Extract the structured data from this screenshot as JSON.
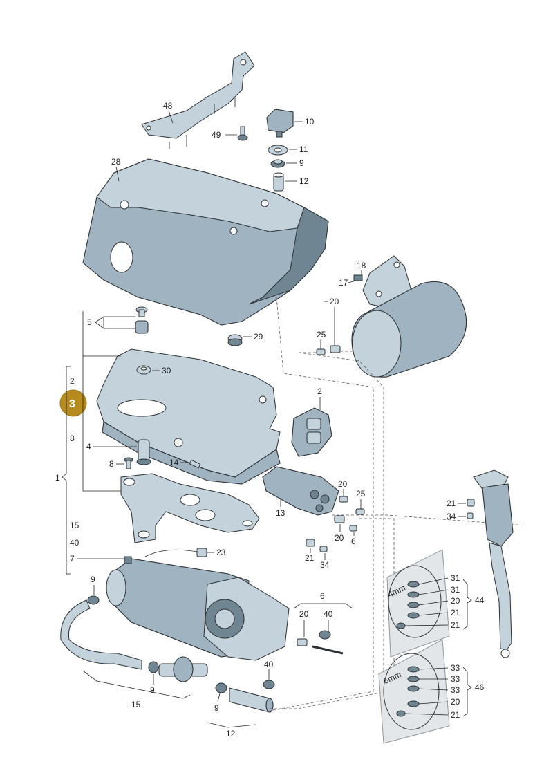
{
  "figure": {
    "badge": "3",
    "callouts": {
      "c1": "1",
      "c2a": "2",
      "c2b": "2",
      "c3": "3",
      "c4": "4",
      "c5": "5",
      "c6a": "6",
      "c6b": "6",
      "c7": "7",
      "c8a": "8",
      "c8b": "8",
      "c9a": "9",
      "c9b": "9",
      "c9c": "9",
      "c9d": "9",
      "c10": "10",
      "c11": "11",
      "c12a": "12",
      "c12b": "12",
      "c13": "13",
      "c14": "14",
      "c15a": "15",
      "c15b": "15",
      "c17": "17",
      "c18": "18",
      "c20a": "20",
      "c20b": "20",
      "c20c": "20",
      "c20d": "20",
      "c20e": "20",
      "c20f": "20",
      "c21a": "21",
      "c21b": "21",
      "c21c": "21",
      "c21d": "21",
      "c21e": "21",
      "c23": "23",
      "c25a": "25",
      "c25b": "25",
      "c28": "28",
      "c29": "29",
      "c30": "30",
      "c31a": "31",
      "c31b": "31",
      "c33a": "33",
      "c33b": "33",
      "c33c": "33",
      "c34a": "34",
      "c34b": "34",
      "c40a": "40",
      "c40b": "40",
      "c40c": "40",
      "c44": "44",
      "c46": "46",
      "c48": "48",
      "c49": "49"
    },
    "kit_labels": {
      "kit_4mm": "4mm",
      "kit_6mm": "6mm"
    }
  }
}
